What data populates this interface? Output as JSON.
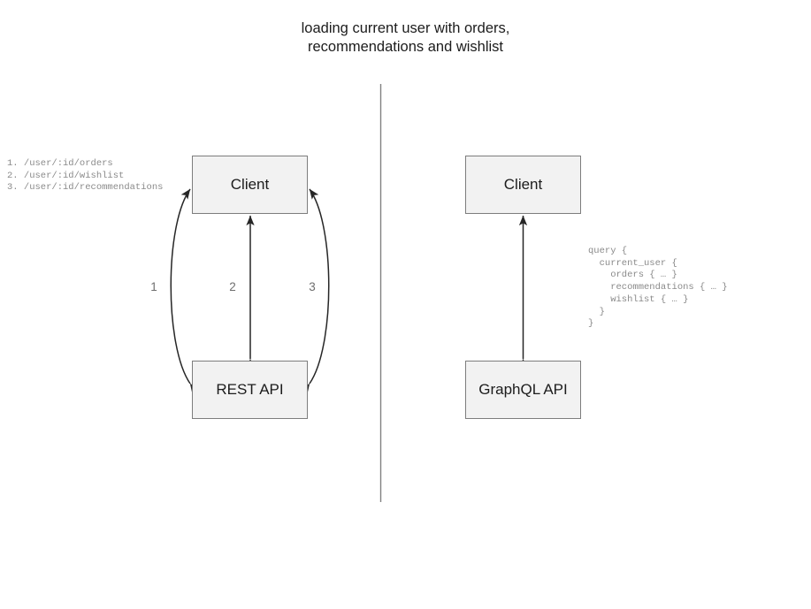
{
  "title": "loading current user with orders,\nrecommendations and wishlist",
  "colors": {
    "node_fill": "#f2f2f2",
    "node_border": "#7d7d7d",
    "connector": "#262626",
    "divider": "#808080",
    "code_text": "#8a8a8a",
    "label_text": "#6e6e6e"
  },
  "rest_side": {
    "client_label": "Client",
    "api_label": "REST API",
    "endpoint_list": "1. /user/:id/orders\n2. /user/:id/wishlist\n3. /user/:id/recommendations",
    "edges": [
      {
        "label": "1",
        "shape": "curve-left",
        "direction": "bidirectional"
      },
      {
        "label": "2",
        "shape": "straight",
        "direction": "bidirectional"
      },
      {
        "label": "3",
        "shape": "curve-right",
        "direction": "bidirectional"
      }
    ]
  },
  "graphql_side": {
    "client_label": "Client",
    "api_label": "GraphQL API",
    "query": "query {\n  current_user {\n    orders { … }\n    recommendations { … }\n    wishlist { … }\n  }\n}",
    "edges": [
      {
        "label": "",
        "shape": "straight",
        "direction": "bidirectional"
      }
    ]
  },
  "divider": {
    "orientation": "vertical"
  }
}
